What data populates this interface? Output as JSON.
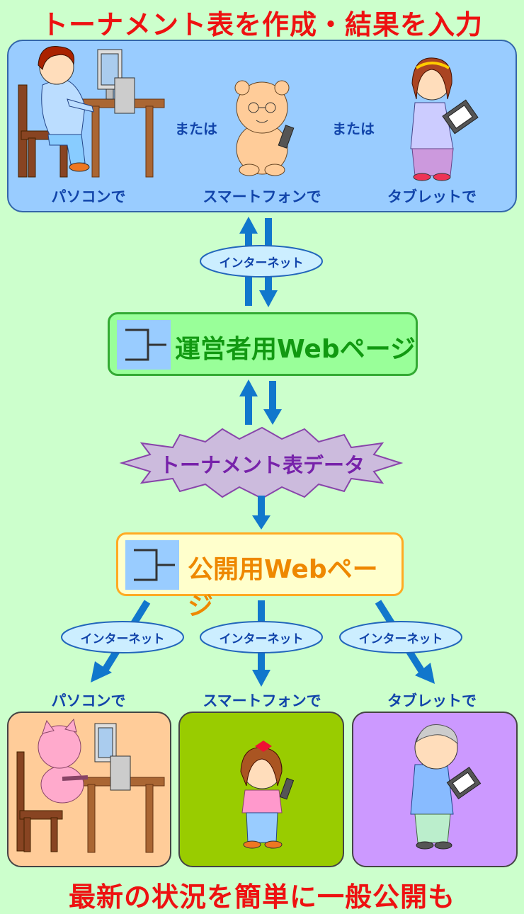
{
  "title": "トーナメント表を作成・結果を入力",
  "footer": "最新の状況を簡単に一般公開も",
  "input_devices": {
    "pc_label": "パソコンで",
    "phone_label": "スマートフォンで",
    "tablet_label": "タブレットで",
    "or_left": "または",
    "or_right": "または"
  },
  "internet_label": "インターネット",
  "admin_page": {
    "label": "運営者用Webページ"
  },
  "data_node": {
    "label": "トーナメント表データ"
  },
  "public_page": {
    "label": "公開用Webページ"
  },
  "output_devices": {
    "pc_label": "パソコンで",
    "phone_label": "スマートフォンで",
    "tablet_label": "タブレットで"
  },
  "colors": {
    "background": "#ccffcc",
    "title_red": "#ee1111",
    "label_blue": "#1144aa",
    "arrow_blue": "#1177cc",
    "admin_fill": "#99ff99",
    "admin_border": "#33aa33",
    "admin_text": "#119911",
    "public_fill": "#ffffcc",
    "public_border": "#ffaa22",
    "public_text": "#ee8800",
    "data_fill": "#ccbbdd",
    "data_text": "#7722aa",
    "top_panel": "#99ccff",
    "pc_panel": "#ffcc99",
    "phone_panel": "#99cc00",
    "tablet_panel": "#cc99ff"
  },
  "icons": [
    "tournament-bracket-icon",
    "person-at-computer-icon",
    "person-with-smartphone-icon",
    "person-with-tablet-icon"
  ]
}
